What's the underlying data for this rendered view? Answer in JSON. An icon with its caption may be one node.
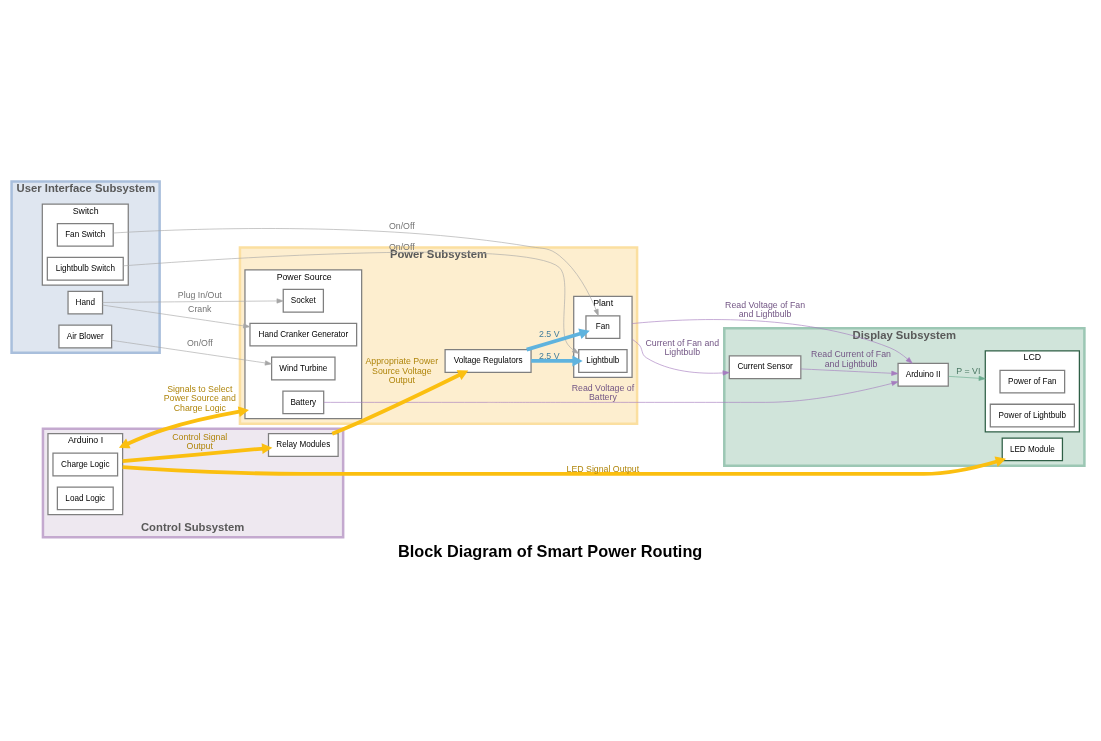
{
  "diagram": {
    "title": "Block Diagram of Smart Power Routing",
    "nodes": [
      {
        "text": [
          "User Interface Subsystem"
        ]
      },
      {
        "text": [
          "Switch"
        ],
        "in": 0
      },
      {
        "text": [
          "Lightbulb Switch"
        ],
        "in": 1
      },
      {
        "text": [
          "Fan Switch"
        ],
        "in": 1
      },
      {
        "text": [
          "Hand"
        ],
        "in": 0
      },
      {
        "text": [
          "Air Blower"
        ],
        "in": 0
      },
      {
        "text": [
          "Power Subsystem"
        ]
      },
      {
        "text": [
          "Power Source"
        ],
        "in": 6
      },
      {
        "text": [
          "Battery"
        ],
        "in": 7
      },
      {
        "text": [
          "Socket"
        ],
        "in": 7
      },
      {
        "text": [
          "Hand Cranker Generator"
        ],
        "in": 7
      },
      {
        "text": [
          "Wind Turbine"
        ],
        "in": 7
      },
      {
        "text": [
          "Plant"
        ],
        "in": 6
      },
      {
        "text": [
          "Fan"
        ],
        "in": 12
      },
      {
        "text": [
          "Lightbulb"
        ],
        "in": 12
      },
      {
        "text": [
          "Voltage Regulators"
        ],
        "in": 6
      },
      {
        "text": [
          "Display Subsystem"
        ]
      },
      {
        "text": [
          "Current Sensor"
        ],
        "in": 16
      },
      {
        "text": [
          "Arduino II"
        ],
        "in": 16
      },
      {
        "text": [
          "LCD"
        ],
        "in": 16
      },
      {
        "text": [
          "Power of Fan"
        ],
        "in": 19
      },
      {
        "text": [
          "Power of Lightbulb"
        ],
        "in": 19
      },
      {
        "text": [
          "LED Module"
        ],
        "in": 16
      },
      {
        "text": [
          "Control Subsystem"
        ]
      },
      {
        "text": [
          "Arduino I"
        ],
        "in": 23
      },
      {
        "text": [
          "Charge Logic"
        ],
        "in": 24
      },
      {
        "text": [
          "Load Logic"
        ],
        "in": 24
      },
      {
        "text": [
          "Relay Modules"
        ],
        "in": 23
      }
    ],
    "edges": [
      {
        "from": 2,
        "to": 14,
        "arrow": "to",
        "label": "On/Off",
        "color": "#a6a6a6"
      },
      {
        "from": 3,
        "to": 13,
        "arrow": "to",
        "label": "On/Off",
        "color": "#a6a6a6"
      },
      {
        "from": 4,
        "to": 9,
        "arrow": "to",
        "label": "Plug In/Out",
        "color": "#a6a6a6"
      },
      {
        "from": 4,
        "to": 10,
        "arrow": "to",
        "label": "Crank",
        "color": "#a6a6a6"
      },
      {
        "from": 5,
        "to": 11,
        "arrow": "to",
        "label": "On/Off",
        "color": "#a6a6a6"
      },
      {
        "from": 8,
        "to": 18,
        "arrow": "to",
        "label": "Read Voltage of Battery",
        "color": "#a57cbf"
      },
      {
        "from": 12,
        "to": 17,
        "arrow": "to",
        "label": "Current of Fan and Lightbulb",
        "color": "#a57cbf"
      },
      {
        "from": 17,
        "to": 18,
        "arrow": "to",
        "label": "Read Current of Fan and Lightbulb",
        "color": "#a57cbf"
      },
      {
        "from": 12,
        "to": 18,
        "arrow": "to",
        "label": "Read Voltage of Fan and Lightbulb",
        "color": "#a57cbf"
      },
      {
        "from": 15,
        "to": 13,
        "arrow": "to",
        "label": "2.5 V",
        "style": "thick",
        "color": "#5fb3de"
      },
      {
        "from": 15,
        "to": 14,
        "arrow": "to",
        "label": "2.5 V",
        "style": "thick",
        "color": "#5fb3de"
      },
      {
        "from": 18,
        "to": 19,
        "arrow": "to",
        "label": "P = VI",
        "color": "#6aab8e"
      },
      {
        "from": 7,
        "to": 24,
        "arrow": "both",
        "label": "Signals to Select Power Source and Charge Logic",
        "style": "thick",
        "color": "#fbbf10"
      },
      {
        "from": 27,
        "to": 15,
        "arrow": "to",
        "label": "Appropriate Power Source Voltage Output",
        "style": "thick",
        "color": "#fbbf10"
      },
      {
        "from": 24,
        "to": 27,
        "arrow": "to",
        "label": "Control Signal Output",
        "style": "thick",
        "color": "#fbbf10"
      },
      {
        "from": 24,
        "to": 22,
        "arrow": "to",
        "label": "LED Signal Output",
        "style": "thick",
        "color": "#fbbf10"
      }
    ]
  }
}
